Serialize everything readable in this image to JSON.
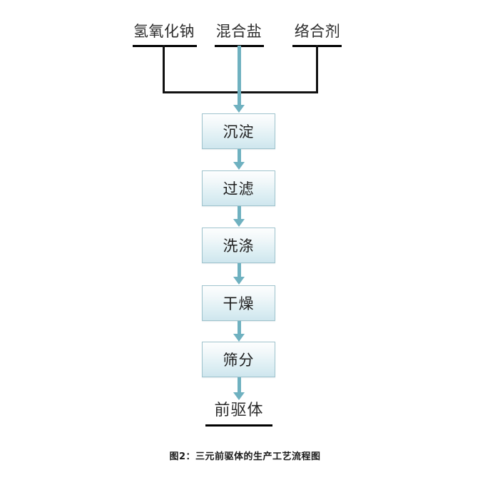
{
  "figure": {
    "caption": "图2：三元前驱体的生产工艺流程图",
    "background_color": "#ffffff"
  },
  "colors": {
    "arrow": "#6fb1c0",
    "box_border": "#9fc3cd",
    "box_fill_top": "#fdfefe",
    "box_fill_bottom": "#cfe6ee",
    "bracket_line": "#111111",
    "text": "#2b2b2b"
  },
  "inputs": [
    {
      "label": "氢氧化钠"
    },
    {
      "label": "混合盐"
    },
    {
      "label": "络合剂"
    }
  ],
  "process_steps": [
    {
      "label": "沉淀"
    },
    {
      "label": "过滤"
    },
    {
      "label": "洗涤"
    },
    {
      "label": "干燥"
    },
    {
      "label": "筛分"
    }
  ],
  "output": {
    "label": "前驱体"
  }
}
